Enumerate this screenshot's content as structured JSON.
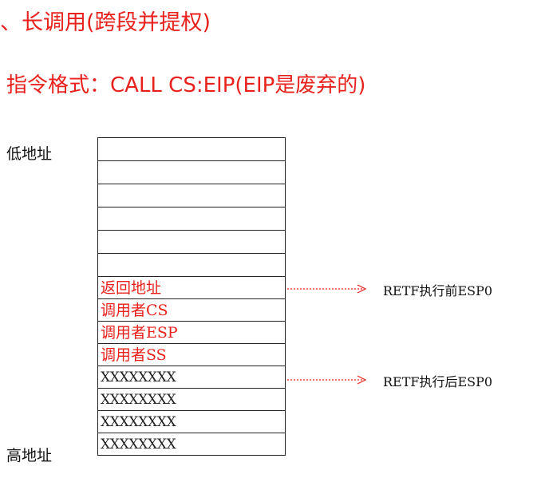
{
  "heading": "、长调用(跨段并提权)",
  "format_line": "指令格式：CALL  CS:EIP(EIP是废弃的)",
  "low_address_label": "低地址",
  "high_address_label": "高地址",
  "stack_cells": [
    "",
    "",
    "",
    "",
    "",
    "",
    "返回地址",
    "调用者CS",
    "调用者ESP",
    "调用者SS",
    "XXXXXXXX",
    "XXXXXXXX",
    "XXXXXXXX",
    "XXXXXXXX"
  ],
  "pointers": [
    {
      "label": "RETF执行前ESP0"
    },
    {
      "label": "RETF执行后ESP0"
    }
  ],
  "colors": {
    "accent": "#e8211d",
    "arrow": "#e8211d",
    "text": "#111111"
  }
}
